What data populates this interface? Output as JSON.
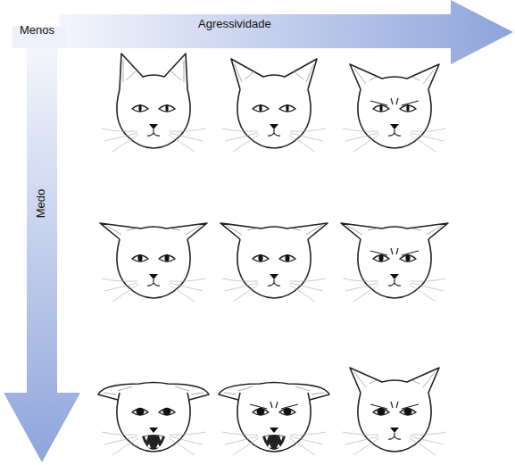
{
  "diagram": {
    "labels": [
      "Menos",
      "Agressividade",
      "Medo"
    ]
  }
}
